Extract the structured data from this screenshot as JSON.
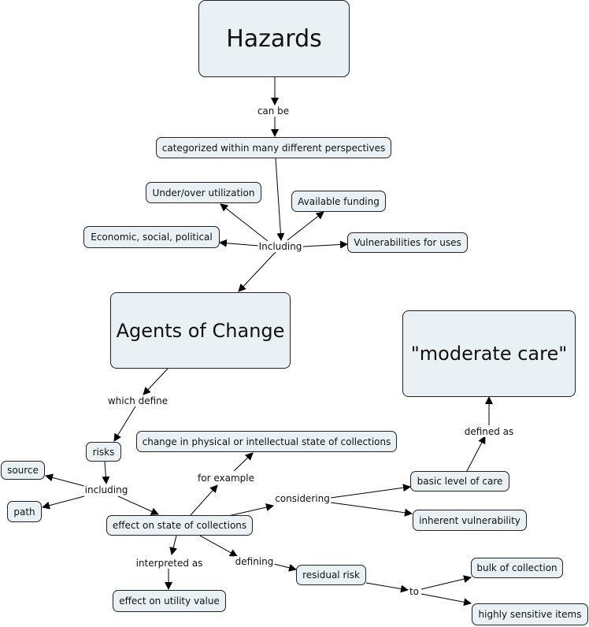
{
  "concepts": {
    "hazards": "Hazards",
    "categorized": "categorized within many different perspectives",
    "under_over": "Under/over utilization",
    "available_funding": "Available funding",
    "economic": "Economic, social, political",
    "vulnerabilities": "Vulnerabilities for uses",
    "agents": "Agents of Change",
    "moderate_care": "\"moderate care\"",
    "risks": "risks",
    "change_state": "change in physical or intellectual state of collections",
    "source": "source",
    "path": "path",
    "effect_state": "effect on state of collections",
    "basic_care": "basic level of care",
    "inherent": "inherent vulnerability",
    "residual": "residual risk",
    "effect_utility": "effect on utility value",
    "bulk": "bulk of collection",
    "sensitive": "highly sensitive items"
  },
  "links": {
    "can_be": "can be",
    "including_cap": "Including",
    "which_define": "which define",
    "including": "including",
    "for_example": "for example",
    "considering": "considering",
    "defined_as": "defined as",
    "interpreted_as": "interpreted as",
    "defining": "defining",
    "to": "to"
  }
}
